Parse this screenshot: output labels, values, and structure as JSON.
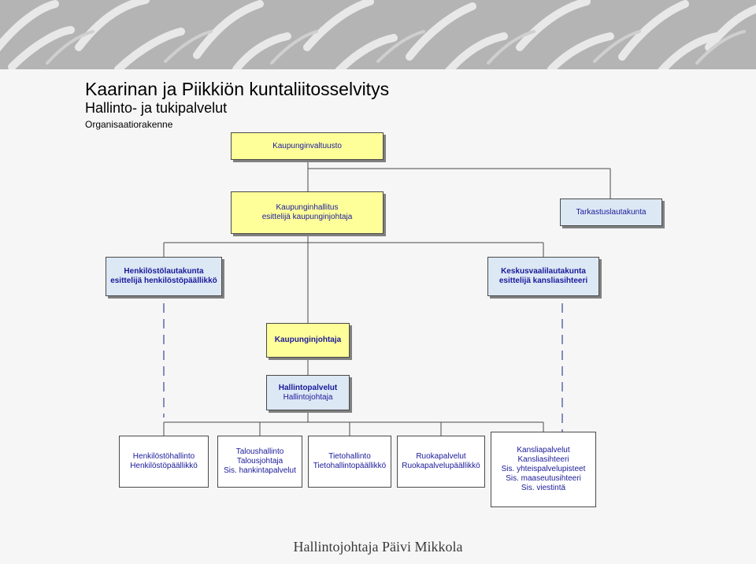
{
  "header": {
    "title": "Kaarinan ja Piikkiön kuntaliitosselvitys",
    "subtitle": "Hallinto- ja tukipalvelut",
    "caption": "Organisaatiorakenne"
  },
  "nodes": {
    "valtuusto": {
      "line1": "Kaupunginvaltuusto"
    },
    "hallitus": {
      "line1": "Kaupunginhallitus",
      "line2": "esittelijä kaupunginjohtaja"
    },
    "tarkastus": {
      "line1": "Tarkastuslautakunta"
    },
    "henkilosto_lautakunta": {
      "line1": "Henkilöstölautakunta",
      "line2": "esittelijä henkilöstöpäällikkö"
    },
    "keskusvaali": {
      "line1": "Keskusvaalilautakunta",
      "line2": "esittelijä kansliasihteeri"
    },
    "kaupunginjohtaja": {
      "line1": "Kaupunginjohtaja"
    },
    "hallintopalvelut": {
      "line1": "Hallintopalvelut",
      "line2": "Hallintojohtaja"
    },
    "henkilostohallinto": {
      "line1": "Henkilöstöhallinto",
      "line2": "Henkilöstöpäällikkö"
    },
    "taloushallinto": {
      "line1": "Taloushallinto",
      "line2": "Talousjohtaja",
      "line3": "Sis. hankintapalvelut"
    },
    "tietohallinto": {
      "line1": "Tietohallinto",
      "line2": "Tietohallintopäällikkö"
    },
    "ruokapalvelut": {
      "line1": "Ruokapalvelut",
      "line2": "Ruokapalvelupäällikkö"
    },
    "kansliapalvelut": {
      "line1": "Kansliapalvelut",
      "line2": "Kansliasihteeri",
      "line3": "Sis. yhteispalvelupisteet",
      "line4": "Sis. maaseutusihteeri",
      "line5": "Sis. viestintä"
    }
  },
  "footer": {
    "text": "Hallintojohtaja Päivi Mikkola"
  },
  "colors": {
    "yellow": "#ffff99",
    "blue": "#dce8f4",
    "text": "#1a1a9a"
  }
}
